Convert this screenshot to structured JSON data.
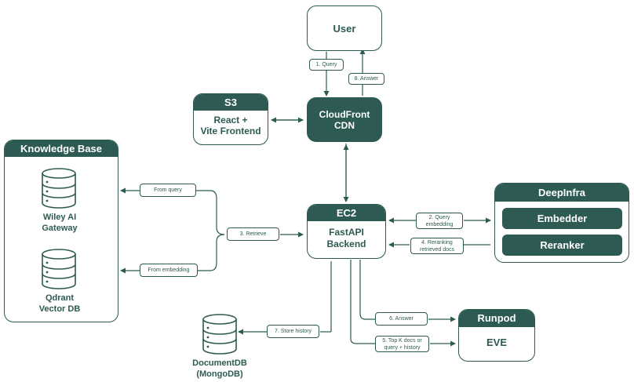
{
  "nodes": {
    "user": "User",
    "s3_title": "S3",
    "s3_body": "React +\nVite Frontend",
    "cloudfront": "CloudFront\nCDN",
    "kb_title": "Knowledge Base",
    "wiley": "Wiley AI\nGateway",
    "qdrant": "Qdrant\nVector DB",
    "ec2_title": "EC2",
    "ec2_body": "FastAPI\nBackend",
    "deepinfra_title": "DeepInfra",
    "embedder": "Embedder",
    "reranker": "Reranker",
    "runpod_title": "Runpod",
    "eve": "EVE",
    "documentdb": "DocumentDB\n(MongoDB)"
  },
  "edges": {
    "query": "1. Query",
    "answer_user": "8. Answer",
    "from_query": "From query",
    "from_embedding": "From embedding",
    "retrieve": "3. Retrieve",
    "query_embedding": "2. Query\nembedding",
    "reranking": "4. Reranking\nretrieved docs",
    "answer_runpod": "6. Answer",
    "topk": "5. Top K docs or\nquery + history",
    "store_history": "7. Store history"
  },
  "colors": {
    "primary": "#2d5a52",
    "background": "#ffffff"
  },
  "icons": {
    "database": "database-icon",
    "arrow": "arrow-icon"
  }
}
